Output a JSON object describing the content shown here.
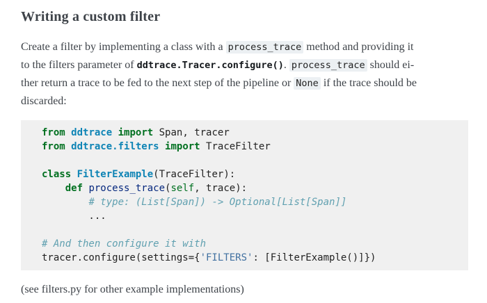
{
  "page": {
    "heading": "Writing a custom filter",
    "intro_lines": [
      [
        {
          "t": "text",
          "v": "Create a filter by implementing a class with a "
        },
        {
          "t": "code",
          "v": "process_trace"
        },
        {
          "t": "text",
          "v": " method and providing it"
        }
      ],
      [
        {
          "t": "text",
          "v": "to the filters parameter of "
        },
        {
          "t": "xref",
          "v": "ddtrace.Tracer.configure()"
        },
        {
          "t": "text",
          "v": ". "
        },
        {
          "t": "code",
          "v": "process_trace"
        },
        {
          "t": "text",
          "v": " should ei-"
        }
      ],
      [
        {
          "t": "text",
          "v": "ther return a trace to be fed to the next step of the pipeline or "
        },
        {
          "t": "code",
          "v": "None"
        },
        {
          "t": "text",
          "v": " if the trace should be"
        }
      ],
      [
        {
          "t": "text",
          "v": "discarded:"
        }
      ]
    ],
    "code_block": {
      "language": "python",
      "lines": [
        [
          [
            "k",
            "from"
          ],
          [
            "p",
            " "
          ],
          [
            "nn",
            "ddtrace"
          ],
          [
            "p",
            " "
          ],
          [
            "k",
            "import"
          ],
          [
            "p",
            " Span, tracer"
          ]
        ],
        [
          [
            "k",
            "from"
          ],
          [
            "p",
            " "
          ],
          [
            "nn",
            "ddtrace.filters"
          ],
          [
            "p",
            " "
          ],
          [
            "k",
            "import"
          ],
          [
            "p",
            " TraceFilter"
          ]
        ],
        [],
        [
          [
            "k",
            "class"
          ],
          [
            "p",
            " "
          ],
          [
            "nc",
            "FilterExample"
          ],
          [
            "p",
            "(TraceFilter):"
          ]
        ],
        [
          [
            "p",
            "    "
          ],
          [
            "k",
            "def"
          ],
          [
            "p",
            " "
          ],
          [
            "nf",
            "process_trace"
          ],
          [
            "p",
            "("
          ],
          [
            "bp",
            "self"
          ],
          [
            "p",
            ", trace):"
          ]
        ],
        [
          [
            "p",
            "        "
          ],
          [
            "c",
            "# type: (List[Span]) -> Optional[List[Span]]"
          ]
        ],
        [
          [
            "p",
            "        ..."
          ]
        ],
        [],
        [
          [
            "c",
            "# And then configure it with"
          ]
        ],
        [
          [
            "p",
            "tracer.configure(settings={"
          ],
          [
            "s",
            "'FILTERS'"
          ],
          [
            "p",
            ": [FilterExample()]})"
          ]
        ]
      ]
    },
    "outro": "(see filters.py for other example implementations)"
  },
  "colors": {
    "page-bg": "#ffffff",
    "text": "#3e4349",
    "inline-code-bg": "#ecf0f3",
    "code-bg": "#f0f0f0",
    "tok-keyword": "#007020",
    "tok-namespace": "#0e84b5",
    "tok-class": "#0e84b5",
    "tok-function": "#06287e",
    "tok-builtin": "#007020",
    "tok-comment": "#60a0b0",
    "tok-string": "#4070a0",
    "tok-plain": "#222222"
  }
}
